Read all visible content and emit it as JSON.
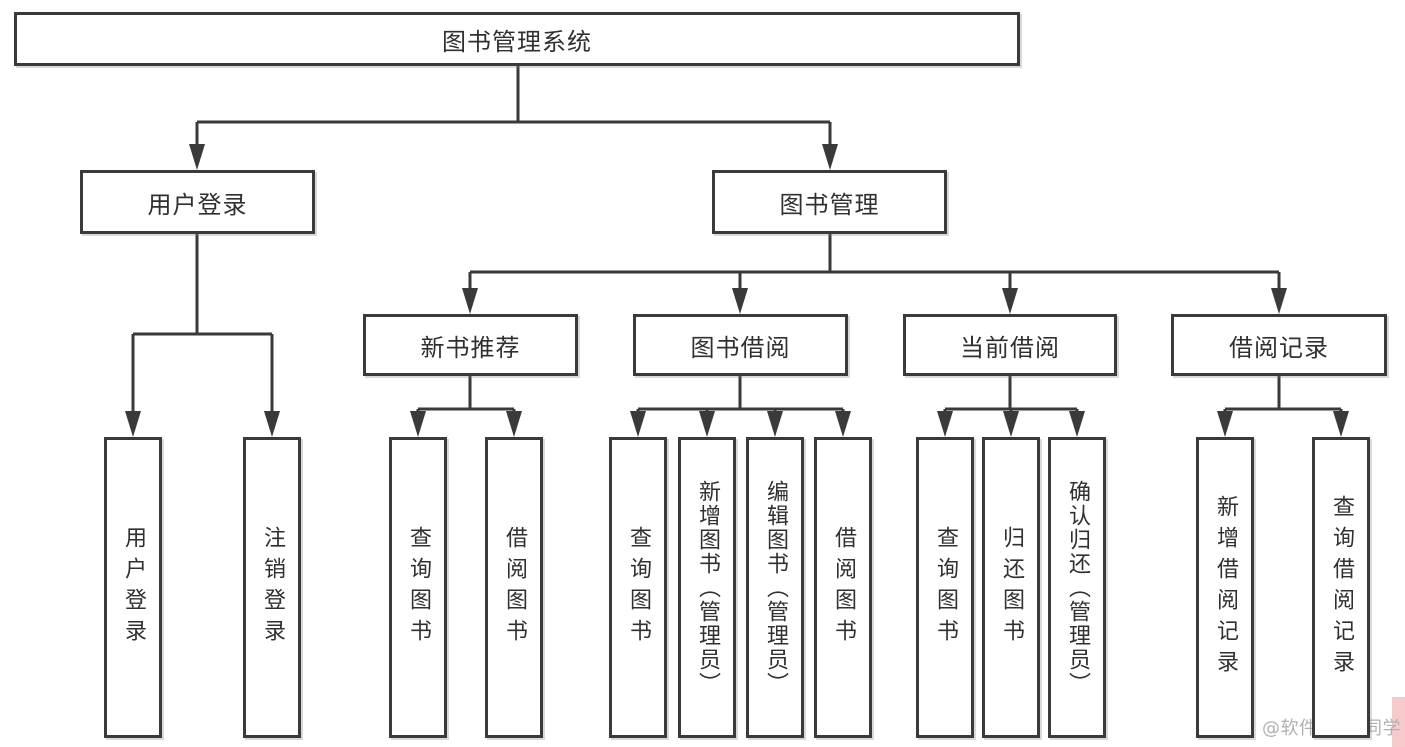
{
  "diagram": {
    "root": {
      "label": "图书管理系统"
    },
    "branches": [
      {
        "label": "用户登录",
        "children": [
          {
            "label": "用户登录"
          },
          {
            "label": "注销登录"
          }
        ]
      },
      {
        "label": "图书管理",
        "sections": [
          {
            "label": "新书推荐",
            "children": [
              {
                "label": "查询图书"
              },
              {
                "label": "借阅图书"
              }
            ]
          },
          {
            "label": "图书借阅",
            "children": [
              {
                "label": "查询图书"
              },
              {
                "label": "新增图书（管理员）"
              },
              {
                "label": "编辑图书（管理员）"
              },
              {
                "label": "借阅图书"
              }
            ]
          },
          {
            "label": "当前借阅",
            "children": [
              {
                "label": "查询图书"
              },
              {
                "label": "归还图书"
              },
              {
                "label": "确认归还（管理员）"
              }
            ]
          },
          {
            "label": "借阅记录",
            "children": [
              {
                "label": "新增借阅记录"
              },
              {
                "label": "查询借阅记录"
              }
            ]
          }
        ]
      }
    ],
    "watermark": {
      "text": "CSDN @软件_小贺同学"
    },
    "colors": {
      "line": "#3a3a3a",
      "box_border": "#3a3a3a",
      "text": "#303030",
      "background": "#ffffff",
      "watermark_text": "#b0b0b0",
      "watermark_accent": "#f6caca"
    }
  }
}
